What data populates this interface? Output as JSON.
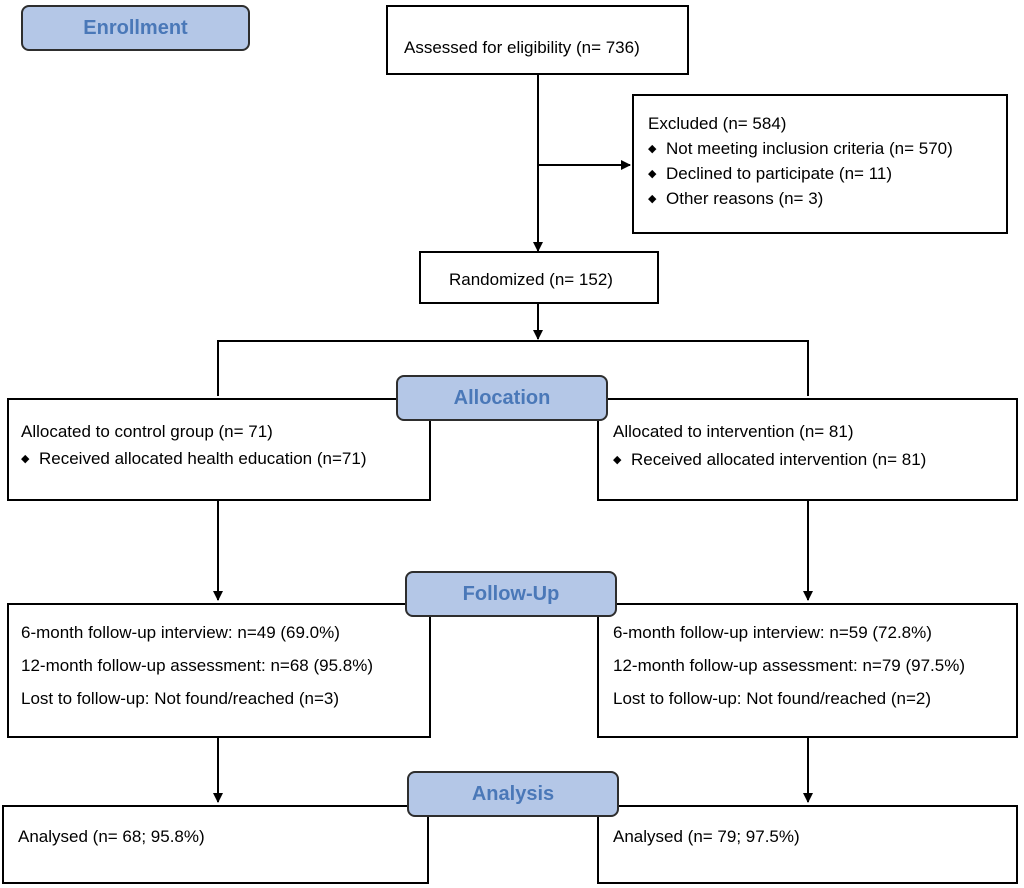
{
  "stages": {
    "enrollment": "Enrollment",
    "allocation": "Allocation",
    "followup": "Follow-Up",
    "analysis": "Analysis"
  },
  "bullet_glyph": "◆",
  "assessed": "Assessed for eligibility (n= 736)",
  "excluded": {
    "title": "Excluded  (n= 584)",
    "items": [
      "Not meeting inclusion criteria (n= 570)",
      "Declined to participate (n= 11)",
      "Other reasons (n= 3)"
    ]
  },
  "randomized": "Randomized (n= 152)",
  "control": {
    "allocated": "Allocated to control group (n= 71)",
    "received": "Received allocated health education (n=71)",
    "followup": [
      "6-month follow-up interview: n=49 (69.0%)",
      "12-month follow-up assessment: n=68 (95.8%)",
      "Lost to follow-up: Not found/reached (n=3)"
    ],
    "analysed": "Analysed  (n= 68; 95.8%)"
  },
  "intervention": {
    "allocated": "Allocated to intervention (n= 81)",
    "received": "Received allocated intervention (n= 81)",
    "followup": [
      "6-month follow-up interview: n=59 (72.8%)",
      "12-month follow-up assessment: n=79 (97.5%)",
      "Lost to follow-up: Not found/reached (n=2)"
    ],
    "analysed": "Analysed  (n= 79; 97.5%)"
  }
}
